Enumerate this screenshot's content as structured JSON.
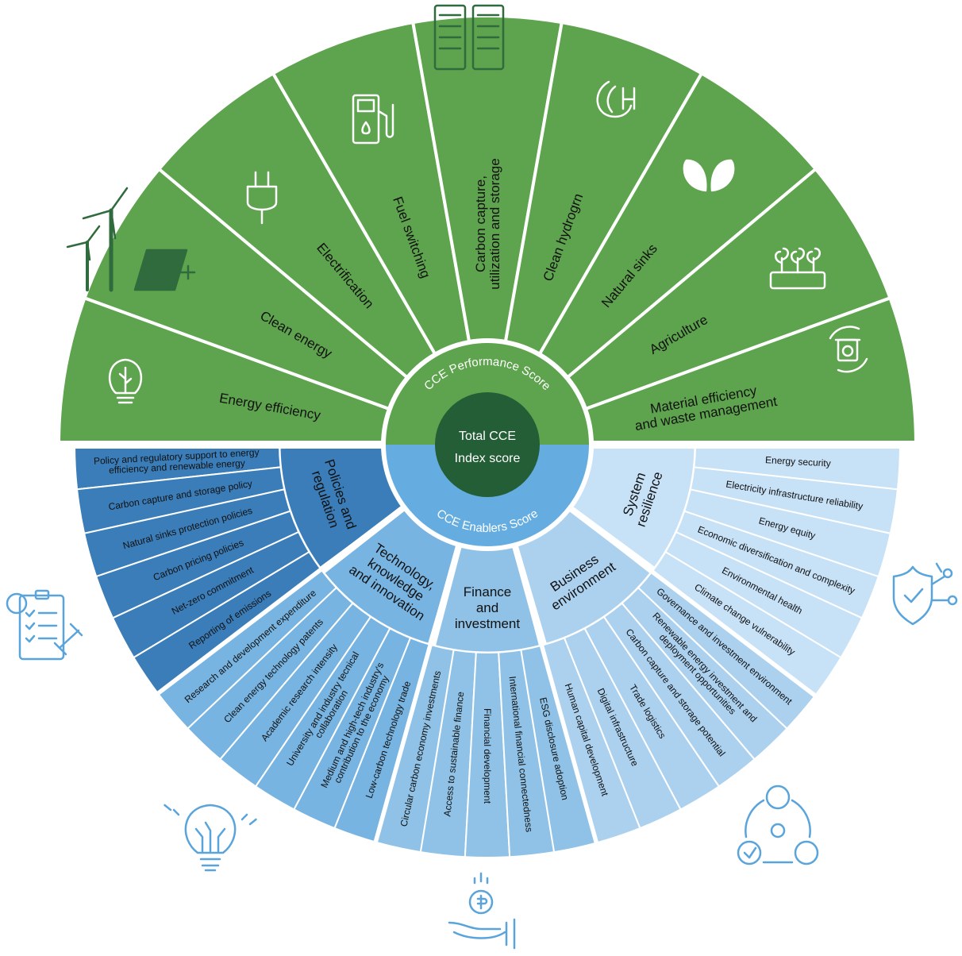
{
  "center": {
    "line1": "Total CCE",
    "line2": "Index score"
  },
  "performance_ring": "CCE Performance Score",
  "enablers_ring": "CCE Enablers Score",
  "colors": {
    "performance": "#5ea34d",
    "center": "#245e36",
    "enablers_ring": "#65ade0",
    "policies": "#3a7db8",
    "technology": "#78b4e1",
    "finance": "#8fc2e6",
    "business": "#acd1ef",
    "resilience": "#c7e1f7",
    "icon_green": "#2f6b3c",
    "icon_blue": "#5aa4dc"
  },
  "performance_sectors": [
    {
      "label": [
        "Energy efficiency"
      ],
      "icon": "lightbulb-leaf-icon"
    },
    {
      "label": [
        "Clean energy"
      ],
      "icon": "wind-solar-icon"
    },
    {
      "label": [
        "Electrification"
      ],
      "icon": "plug-icon"
    },
    {
      "label": [
        "Fuel switching"
      ],
      "icon": "fuel-pump-icon"
    },
    {
      "label": [
        "Carbon capture,",
        "utilization and storage"
      ],
      "icon": "server-storage-icon"
    },
    {
      "label": [
        "Clean hydrogrn"
      ],
      "icon": "hydrogen-icon"
    },
    {
      "label": [
        "Natural sinks"
      ],
      "icon": "leaves-icon"
    },
    {
      "label": [
        "Agriculture"
      ],
      "icon": "seedlings-icon"
    },
    {
      "label": [
        "Material efficiency",
        "and waste management"
      ],
      "icon": "recycle-bin-icon"
    }
  ],
  "enabler_groups": [
    {
      "name": [
        "Policies and",
        "regulation"
      ],
      "icon": "checklist-gavel-icon",
      "items": [
        [
          "Policy and regulatory support to energy",
          "efficiency and renewable energy"
        ],
        [
          "Carbon capture and storage policy"
        ],
        [
          "Natural sinks protection policies"
        ],
        [
          "Carbon pricing policies"
        ],
        [
          "Net-zero commitment"
        ],
        [
          "Reporting of emissions"
        ]
      ]
    },
    {
      "name": [
        "Technology,",
        "knowledge",
        "and innovation"
      ],
      "icon": "circuit-bulb-icon",
      "items": [
        [
          "Research and development expenditure"
        ],
        [
          "Clean energy technology patents"
        ],
        [
          "Academic research intensity"
        ],
        [
          "University and industry tecnical",
          "collaboration"
        ],
        [
          "Medium and high-tech industry's",
          "contribution to the economy"
        ],
        [
          "Low-carbon technology trade"
        ]
      ]
    },
    {
      "name": [
        "Finance",
        "and",
        "investment"
      ],
      "icon": "dollar-hand-icon",
      "items": [
        [
          "Circular carbon economy investments"
        ],
        [
          "Access to sustainable finance"
        ],
        [
          "Financial development"
        ],
        [
          "International financial connectedness"
        ],
        [
          "ESG disclosure adoption"
        ]
      ]
    },
    {
      "name": [
        "Business",
        "environment"
      ],
      "icon": "process-cycle-icon",
      "items": [
        [
          "Human capital development"
        ],
        [
          "Digital infrastructure"
        ],
        [
          "Trade logistics"
        ],
        [
          "Carbon capture and storage potential"
        ],
        [
          "Renewable energy investment and",
          "deployment opportunities"
        ],
        [
          "Governance and investment environment"
        ]
      ]
    },
    {
      "name": [
        "System",
        "resilience"
      ],
      "icon": "shield-network-icon",
      "items": [
        [
          "Climate change vulnerability"
        ],
        [
          "Environmental health"
        ],
        [
          "Economic diversification and complexity"
        ],
        [
          "Energy equity"
        ],
        [
          "Electricity infrastructure reliability"
        ],
        [
          "Energy security"
        ]
      ]
    }
  ]
}
